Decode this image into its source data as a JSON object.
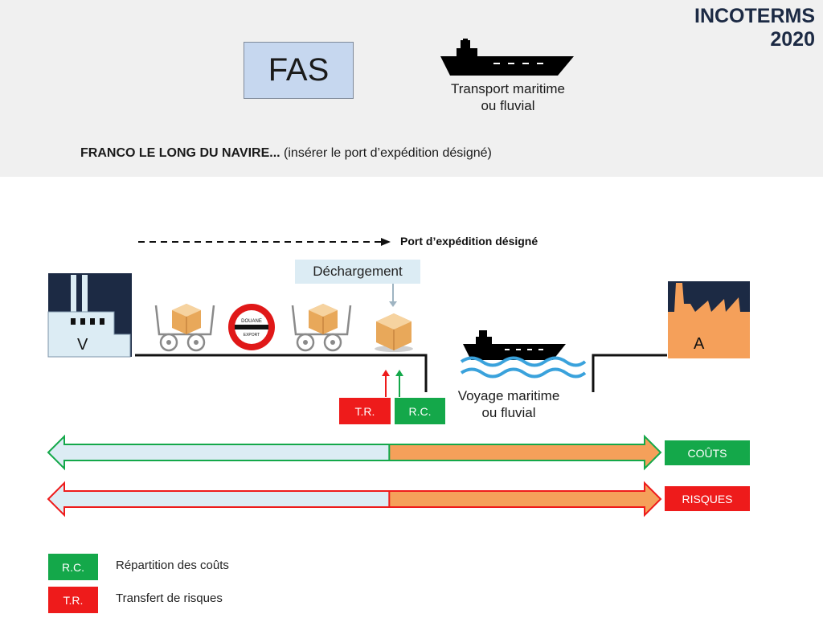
{
  "header": {
    "brand_line1": "INCOTERMS",
    "brand_line2": "2020",
    "code": "FAS",
    "transport_mode_line1": "Transport maritime",
    "transport_mode_line2": "ou fluvial",
    "rule_name": "FRANCO LE LONG DU NAVIRE...",
    "rule_place": "(insérer le port d’expédition désigné)"
  },
  "diagram": {
    "port_label": "Port d’expédition désigné",
    "unloading_label": "Déchargement",
    "customs_sign_line1": "DOUANE",
    "customs_sign_line2": "EXPORT",
    "seller_label": "V",
    "buyer_label": "A",
    "voyage_line1": "Voyage maritime",
    "voyage_line2": "ou fluvial",
    "tr_tag": "T.R.",
    "rc_tag": "R.C."
  },
  "bars": {
    "costs_label": "COÛTS",
    "risks_label": "RISQUES",
    "seller_share": 0.56
  },
  "legend": {
    "rc_tag": "R.C.",
    "rc_text": "Répartition des coûts",
    "tr_tag": "T.R.",
    "tr_text": "Transfert de risques"
  },
  "colors": {
    "green": "#14a84a",
    "red": "#ee1b1b",
    "orange": "#f5a05a",
    "light_blue": "#dcecf4",
    "navy": "#1c2a44",
    "fas_box": "#c6d7ef"
  },
  "icons": [
    "cargo-ship-icon",
    "factory-icon",
    "warehouse-icon",
    "box-trolley-icon",
    "customs-sign-icon",
    "cargo-box-icon",
    "waves-icon",
    "arrow-up-icon"
  ]
}
